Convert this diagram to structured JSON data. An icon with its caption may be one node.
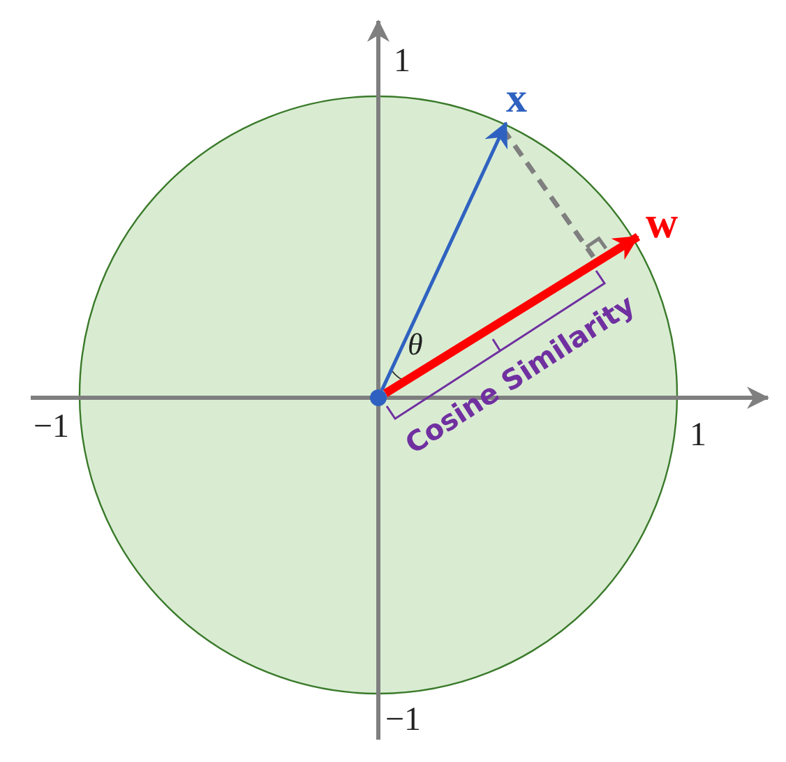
{
  "diagram": {
    "nodes": [
      {
        "text": [],
        "shape": "circle"
      },
      {
        "text": [
          "x"
        ]
      },
      {
        "text": [
          "w"
        ]
      }
    ],
    "edges": [
      {
        "from": 0,
        "to": 1,
        "arrow": "to",
        "color": "#2f62c0"
      },
      {
        "from": 0,
        "to": 2,
        "arrow": "to",
        "style": "thick",
        "color": "#ff0000"
      }
    ],
    "labels": [
      "1",
      "−1",
      "1",
      "−1",
      "θ",
      "Cosine Similarity"
    ]
  }
}
